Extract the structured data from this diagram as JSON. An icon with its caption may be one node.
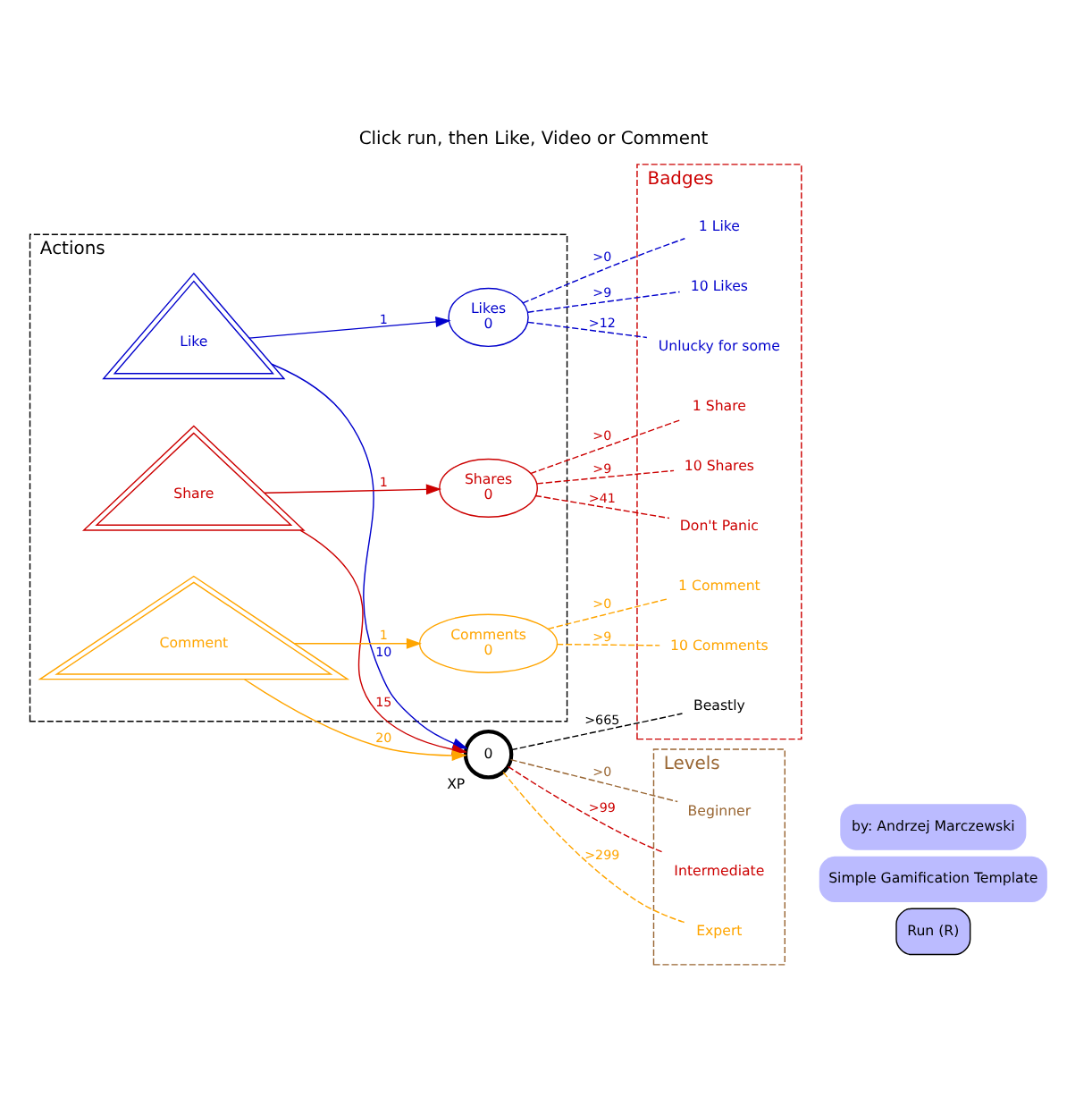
{
  "diagram": {
    "title": "Click run, then Like, Video or Comment",
    "nodes": [
      {
        "text": [
          "Actions"
        ]
      },
      {
        "text": [
          "Likes",
          "0"
        ],
        "in": 0
      },
      {
        "text": [
          "Shares",
          "0"
        ],
        "in": 0
      },
      {
        "text": [
          "Comments",
          "0"
        ],
        "in": 0
      },
      {
        "text": [
          "Like"
        ],
        "in": 0
      },
      {
        "text": [
          "Share"
        ],
        "in": 0
      },
      {
        "text": [
          "Comment"
        ],
        "in": 0
      },
      {
        "text": [
          "0"
        ],
        "beside": [
          "XP"
        ]
      },
      {
        "text": [
          "Levels"
        ]
      },
      {
        "text": [
          "Beginner"
        ],
        "in": 8
      },
      {
        "text": [
          "Intermediate"
        ],
        "in": 8
      },
      {
        "text": [
          "Expert"
        ],
        "in": 8
      },
      {
        "text": [
          "Badges"
        ]
      },
      {
        "text": [
          "1 Like"
        ],
        "in": 12
      },
      {
        "text": [
          "1 Share"
        ],
        "in": 12
      },
      {
        "text": [
          "1 Comment"
        ],
        "in": 12
      },
      {
        "text": [
          "10 Likes"
        ],
        "in": 12
      },
      {
        "text": [
          "10 Shares"
        ],
        "in": 12
      },
      {
        "text": [
          "10 Comments"
        ],
        "in": 12
      },
      {
        "text": [
          "Unlucky for some"
        ],
        "in": 12
      },
      {
        "text": [
          "Don't Panic"
        ],
        "in": 12
      },
      {
        "text": [
          "Beastly"
        ],
        "in": 12
      }
    ],
    "edges": [
      {
        "from": 4,
        "to": 1,
        "arrow": "to",
        "label": "1",
        "color": "#0000cc"
      },
      {
        "from": 5,
        "to": 2,
        "arrow": "to",
        "label": "1",
        "color": "#cc0000"
      },
      {
        "from": 6,
        "to": 3,
        "arrow": "to",
        "label": "1",
        "color": "#ffa500"
      },
      {
        "from": 4,
        "to": 7,
        "arrow": "to",
        "label": "10",
        "color": "#0000cc"
      },
      {
        "from": 5,
        "to": 7,
        "arrow": "to",
        "label": "15",
        "color": "#cc0000"
      },
      {
        "from": 6,
        "to": 7,
        "arrow": "to",
        "label": "20",
        "color": "#ffa500"
      },
      {
        "from": 7,
        "to": 9,
        "arrow": "none",
        "label": ">0",
        "style": "dashed",
        "color": "#996633"
      },
      {
        "from": 7,
        "to": 10,
        "arrow": "none",
        "label": ">99",
        "style": "dashed",
        "color": "#cc0000"
      },
      {
        "from": 7,
        "to": 11,
        "arrow": "none",
        "label": ">299",
        "style": "dashed",
        "color": "#ffa500"
      },
      {
        "from": 1,
        "to": 13,
        "arrow": "none",
        "label": ">0",
        "style": "dashed",
        "color": "#0000cc"
      },
      {
        "from": 2,
        "to": 14,
        "arrow": "none",
        "label": ">0",
        "style": "dashed",
        "color": "#cc0000"
      },
      {
        "from": 3,
        "to": 15,
        "arrow": "none",
        "label": ">0",
        "style": "dashed",
        "color": "#ffa500"
      },
      {
        "from": 1,
        "to": 16,
        "arrow": "none",
        "label": ">9",
        "style": "dashed",
        "color": "#0000cc"
      },
      {
        "from": 2,
        "to": 17,
        "arrow": "none",
        "label": ">9",
        "style": "dashed",
        "color": "#cc0000"
      },
      {
        "from": 3,
        "to": 18,
        "arrow": "none",
        "label": ">9",
        "style": "dashed",
        "color": "#ffa500"
      },
      {
        "from": 1,
        "to": 19,
        "arrow": "none",
        "label": ">12",
        "style": "dashed",
        "color": "#0000cc"
      },
      {
        "from": 2,
        "to": 20,
        "arrow": "none",
        "label": ">41",
        "style": "dashed",
        "color": "#cc0000"
      },
      {
        "from": 7,
        "to": 21,
        "arrow": "none",
        "label": ">665",
        "style": "dashed",
        "color": "#000000"
      }
    ],
    "labels": [
      "Run (R)",
      "Simple Gamification Template",
      "by: Andrzej Marczewski"
    ]
  }
}
